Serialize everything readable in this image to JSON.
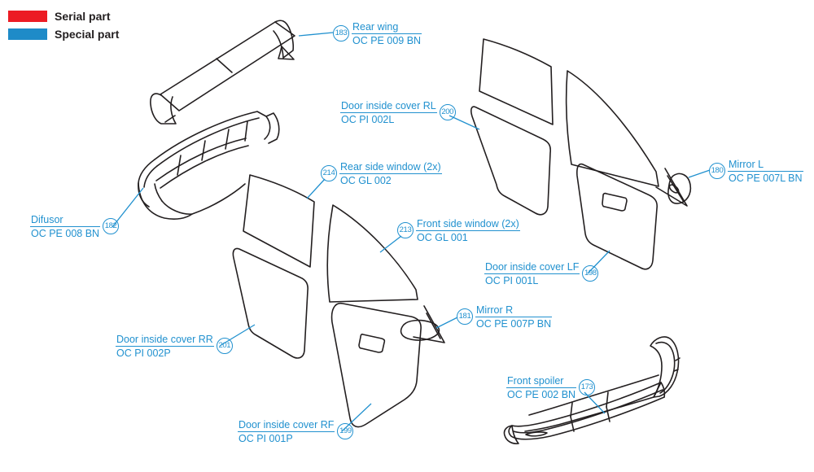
{
  "legend": {
    "items": [
      {
        "label": "Serial part",
        "color": "#ec1c24"
      },
      {
        "label": "Special part",
        "color": "#1e8bc8"
      }
    ]
  },
  "callouts": [
    {
      "num": "183",
      "name": "Rear wing",
      "code": "OC PE 009 BN"
    },
    {
      "num": "200",
      "name": "Door inside cover RL",
      "code": "OC PI 002L"
    },
    {
      "num": "214",
      "name": "Rear side window (2x)",
      "code": "OC GL 002"
    },
    {
      "num": "213",
      "name": "Front side window (2x)",
      "code": "OC GL 001"
    },
    {
      "num": "180",
      "name": "Mirror L",
      "code": "OC PE 007L BN"
    },
    {
      "num": "182",
      "name": "Difusor",
      "code": "OC PE 008 BN"
    },
    {
      "num": "198",
      "name": "Door inside cover LF",
      "code": "OC PI 001L"
    },
    {
      "num": "181",
      "name": "Mirror R",
      "code": "OC PE 007P BN"
    },
    {
      "num": "201",
      "name": "Door inside cover RR",
      "code": "OC PI 002P"
    },
    {
      "num": "199",
      "name": "Door inside cover RF",
      "code": "OC PI 001P"
    },
    {
      "num": "173",
      "name": "Front spoiler",
      "code": "OC PE 002 BN"
    }
  ],
  "colors": {
    "accent_blue": "#2191cf",
    "serial_red": "#ec1c24",
    "line_art": "#231f20"
  }
}
